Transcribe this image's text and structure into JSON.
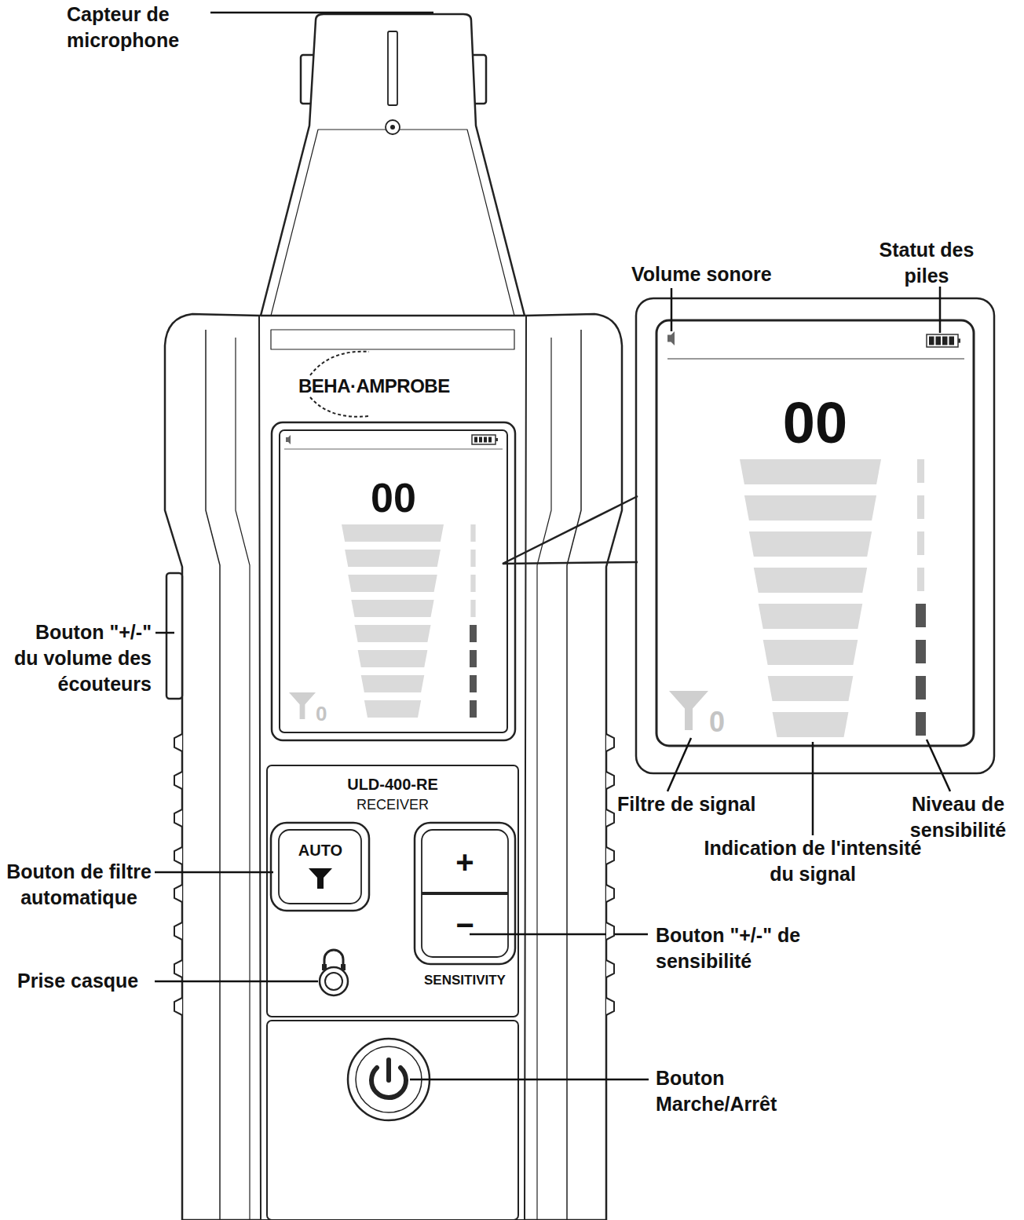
{
  "diagram": {
    "nodes": [
      {
        "text": [
          "00"
        ]
      },
      {
        "text": [
          "00"
        ]
      },
      {
        "text": [
          "AUTO"
        ]
      },
      {
        "text": [
          "+",
          "−"
        ]
      }
    ],
    "labels": [
      "Capteur de microphone",
      "Statut des piles",
      "Volume sonore",
      "BEHA·AMPROBE",
      "Bouton \"+/-\" du volume des écouteurs",
      "0",
      "0",
      "Filtre de signal",
      "Niveau de sensibilité",
      "ULD-400-RE",
      "RECEIVER",
      "Indication de l'intensité du signal",
      "Bouton de filtre automatique",
      "Bouton \"+/-\" de sensibilité",
      "Prise casque",
      "SENSITIVITY",
      "Bouton Marche/Arrêt"
    ]
  }
}
